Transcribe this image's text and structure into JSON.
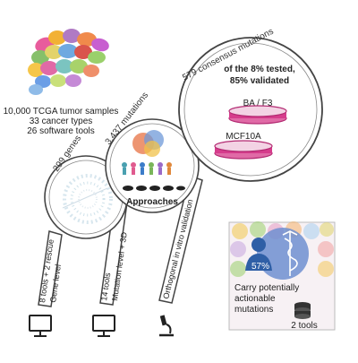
{
  "summary": {
    "line1": "10,000 TCGA tumor samples",
    "line2": "33 cancer types",
    "line3": "26 software tools"
  },
  "stages": [
    {
      "arc_label": "299 genes",
      "handle_label": "8 tools + 2 rescue",
      "handle_sublabel": "Gene level",
      "footer_icon": "monitor-icon"
    },
    {
      "arc_label": "3,437 mutations",
      "handle_label": "14 tools",
      "handle_sublabel": "Mutation level + 3D",
      "footer_icon": "monitor-icon"
    },
    {
      "arc_label": "579 consensus mutations",
      "handle_label": "Orthogonal in vitro validation",
      "handle_sublabel": "",
      "footer_icon": "microscope-icon"
    }
  ],
  "approaches_label": "Approaches",
  "validation": {
    "line1": "of the 8% tested,",
    "line2": "85% validated",
    "dish1": "BA / F3",
    "dish2": "MCF10A"
  },
  "result_panel": {
    "percent": "57%",
    "text_line1": "Carry potentially",
    "text_line2": "actionable",
    "text_line3": "mutations",
    "tools_label": "2 tools"
  },
  "colors": {
    "dish": "#d63c8c",
    "dish_fill": "#e06aa6",
    "blue_person": "#2f5fa6",
    "line": "#555555"
  },
  "icons": [
    "monitor-icon",
    "microscope-icon",
    "caduceus-icon",
    "database-icon",
    "person-icon"
  ]
}
